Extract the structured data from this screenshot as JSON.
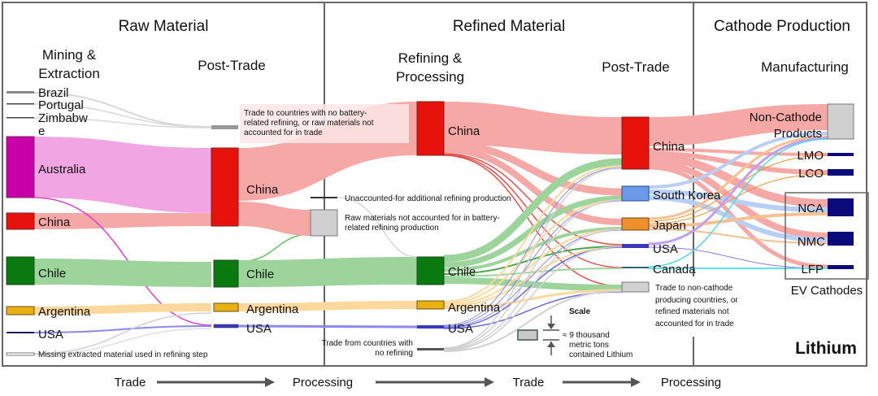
{
  "sections": {
    "raw": "Raw Material",
    "refined": "Refined Material",
    "cathode": "Cathode Production"
  },
  "stages": {
    "mining": [
      "Mining &",
      "Extraction"
    ],
    "post_trade_1": "Post-Trade",
    "refining": [
      "Refining &",
      "Processing"
    ],
    "post_trade_2": "Post-Trade",
    "manufacturing": "Manufacturing"
  },
  "mining_nodes": {
    "brazil": "Brazil",
    "portugal": "Portugal",
    "zimbabwe": [
      "Zimbabw",
      "e"
    ],
    "australia": "Australia",
    "china": "China",
    "chile": "Chile",
    "argentina": "Argentina",
    "usa": "USA",
    "missing": "Missing extracted material used in refining step"
  },
  "post_trade_1_nodes": {
    "no_refining": [
      "Trade to countries with no battery-",
      "related refining, or raw materials not",
      "accounted for in trade"
    ],
    "china": "China",
    "chile": "Chile",
    "argentina": "Argentina",
    "usa": "USA"
  },
  "middle_notes": {
    "unaccounted": "Unaccounted-for additional refining production",
    "raw_not_accounted": [
      "Raw materials not accounted for in battery-",
      "related refining production"
    ]
  },
  "refining_nodes": {
    "china": "China",
    "chile": "Chile",
    "argentina": "Argentina",
    "usa": "USA",
    "no_refining_trade": [
      "Trade from countries with",
      "no refining"
    ]
  },
  "post_trade_2_nodes": {
    "china": "China",
    "south_korea": "South Korea",
    "japan": "Japan",
    "usa": "USA",
    "canada": "Canada",
    "non_cathode_trade": [
      "Trade to non-cathode",
      "producing countries, or",
      "refined materials not",
      "accounted for in trade"
    ]
  },
  "manufacturing_nodes": {
    "non_cathode": [
      "Non-Cathode",
      "Products"
    ],
    "lmo": "LMO",
    "lco": "LCO",
    "nca": "NCA",
    "nmc": "NMC",
    "lfp": "LFP",
    "ev_group": "EV Cathodes"
  },
  "scale": {
    "title": "Scale",
    "text": [
      "≈ 9 thousand",
      "metric tons",
      "contained Lithium"
    ]
  },
  "material": "Lithium",
  "flow_labels": [
    "Trade",
    "Processing",
    "Trade",
    "Processing"
  ],
  "colors": {
    "australia": "#c800a8",
    "china": "#e8120c",
    "chile": "#0a7a10",
    "argentina": "#e8b010",
    "usa": "#3a3ab8",
    "south_korea": "#6a9ae8",
    "japan": "#f0902c",
    "canada": "#2a6a70",
    "gray": "#c8c8c8",
    "cathode": "#0a0a7a"
  }
}
